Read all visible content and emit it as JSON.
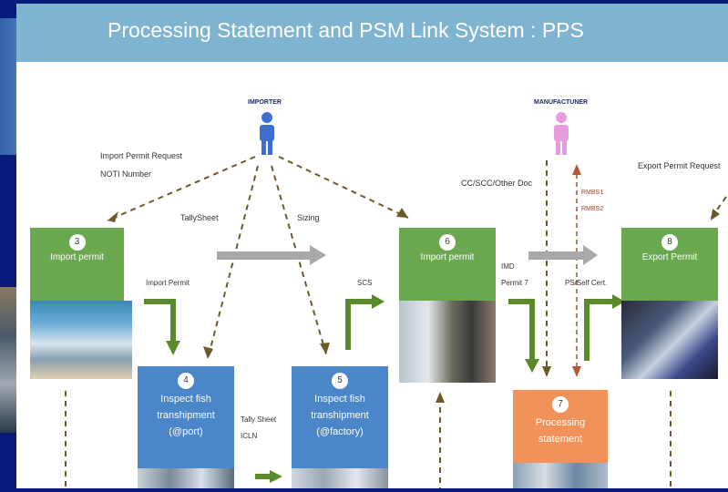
{
  "title": "Processing Statement and PSM Link System : PPS",
  "actors": {
    "importer": "IMPORTER",
    "manufacturer": "MANUFACTUNER"
  },
  "labels": {
    "import_permit_request_1": "Import Permit Request",
    "import_permit_request_2": "NOTI Number",
    "tally_sheet": "TallySheet",
    "sizing": "Sizing",
    "cc_doc": "CC/SCC/Other Doc",
    "rmbs1": "RMBS1",
    "rmbs2": "RMBS2",
    "export_permit_request": "Export Permit Request",
    "import_permit_small": "Import Permit",
    "scs": "SCS",
    "imd_1": "IMD",
    "imd_2": "Permit 7",
    "ps_self_cert": "PS/Self Cert.",
    "tally_sheet_2": "Tally Sheet",
    "icln": "ICLN"
  },
  "boxes": [
    {
      "num": "3",
      "label": "Import permit",
      "color": "#6aa84f"
    },
    {
      "num": "4",
      "line1": "Inspect fish",
      "line2": "transhipment",
      "line3": "(@port)",
      "color": "#4a86c8"
    },
    {
      "num": "5",
      "line1": "Inspect fish",
      "line2": "transhipment",
      "line3": "(@factory)",
      "color": "#4a86c8"
    },
    {
      "num": "6",
      "label": "Import permit",
      "color": "#6aa84f"
    },
    {
      "num": "7",
      "line1": "Processing",
      "line2": "statement",
      "color": "#f0925a"
    },
    {
      "num": "8",
      "label": "Export Permit",
      "color": "#6aa84f"
    }
  ]
}
